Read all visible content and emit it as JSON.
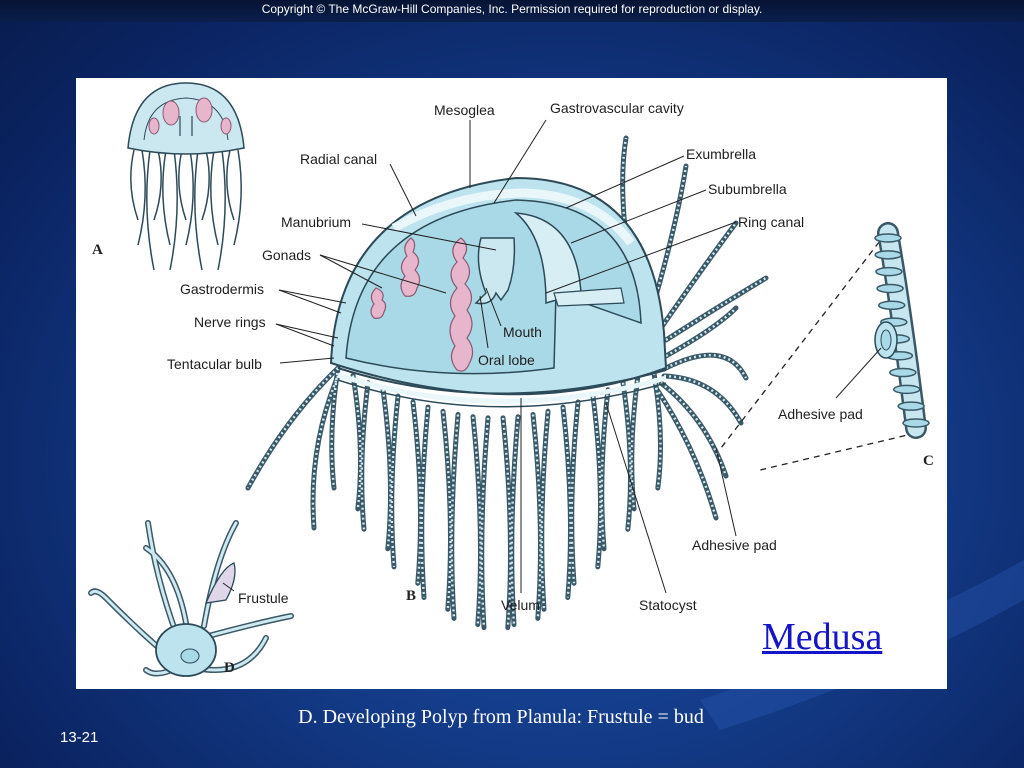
{
  "header": {
    "copyright": "Copyright © The McGraw-Hill Companies, Inc. Permission required for reproduction or display."
  },
  "figure": {
    "panel_letters": {
      "a": "A",
      "b": "B",
      "c": "C",
      "d": "D"
    },
    "labels": {
      "mesoglea": "Mesoglea",
      "gastrovascular_cavity": "Gastrovascular cavity",
      "radial_canal": "Radial canal",
      "exumbrella": "Exumbrella",
      "subumbrella": "Subumbrella",
      "manubrium": "Manubrium",
      "ring_canal": "Ring canal",
      "gonads": "Gonads",
      "gastrodermis": "Gastrodermis",
      "nerve_rings": "Nerve rings",
      "mouth": "Mouth",
      "oral_lobe": "Oral lobe",
      "tentacular_bulb": "Tentacular bulb",
      "adhesive_pad_c": "Adhesive pad",
      "adhesive_pad_b": "Adhesive pad",
      "frustule": "Frustule",
      "velum": "Velum",
      "statocyst": "Statocyst"
    },
    "title": "Medusa"
  },
  "caption": "D. Developing Polyp from Planula:  Frustule = bud",
  "slide_number": "13-21",
  "colors": {
    "background": "#133a86",
    "body_fill": "#bde3ee",
    "body_stroke": "#2c4a58",
    "gonad": "#e8b6cc",
    "title": "#1414c8"
  }
}
